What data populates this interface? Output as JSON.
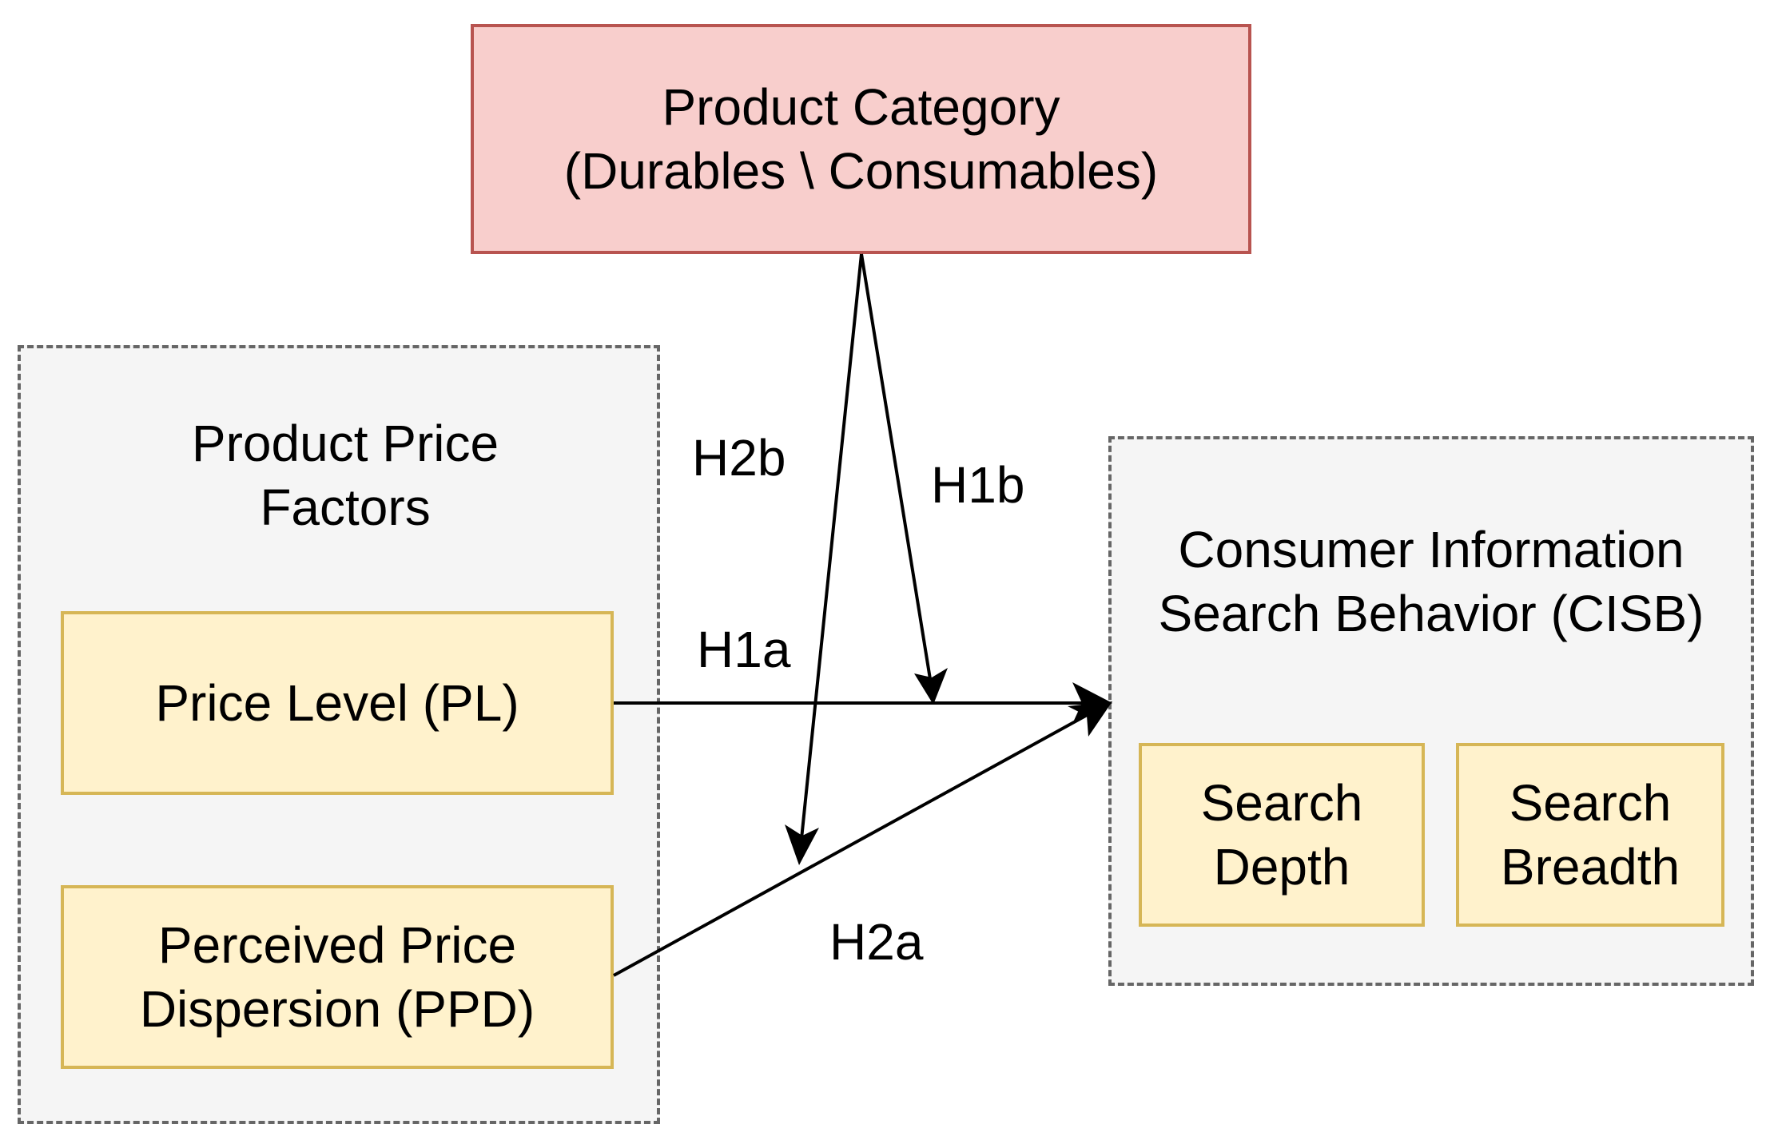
{
  "product_category": {
    "line1": "Product Category",
    "line2": "(Durables \\ Consumables)"
  },
  "price_factors": {
    "title_line1": "Product Price",
    "title_line2": "Factors",
    "price_level": "Price Level (PL)",
    "ppd_line1": "Perceived Price",
    "ppd_line2": "Dispersion (PPD)"
  },
  "cisb": {
    "title_line1": "Consumer Information",
    "title_line2": "Search Behavior (CISB)",
    "search_depth_line1": "Search",
    "search_depth_line2": "Depth",
    "search_breadth_line1": "Search",
    "search_breadth_line2": "Breadth"
  },
  "hypotheses": {
    "h1a": "H1a",
    "h1b": "H1b",
    "h2a": "H2a",
    "h2b": "H2b"
  },
  "colors": {
    "red_fill": "#f8cecc",
    "red_stroke": "#b85450",
    "yellow_fill": "#fff2cc",
    "yellow_stroke": "#d6b656",
    "group_fill": "#f5f5f5",
    "group_stroke": "#666666"
  }
}
